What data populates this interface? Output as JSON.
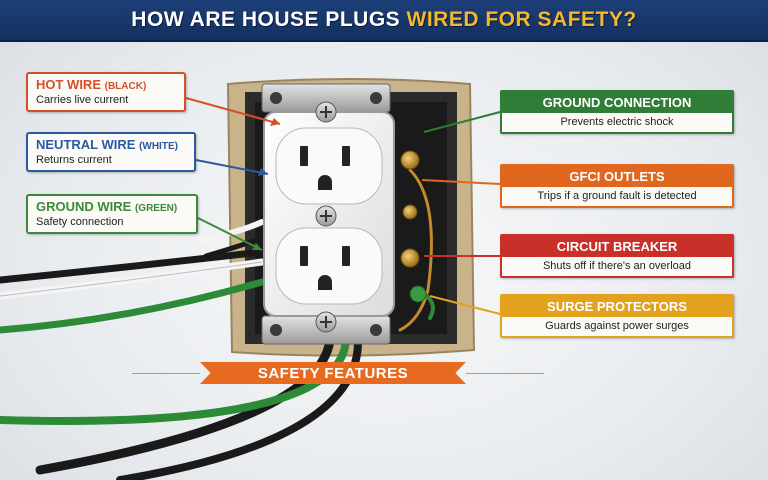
{
  "title": {
    "part1": "HOW ARE HOUSE PLUGS ",
    "part2": "WIRED FOR SAFETY?"
  },
  "left_labels": [
    {
      "head": "HOT WIRE",
      "note": "(BLACK)",
      "desc": "Carries live current",
      "color": "#d4502a"
    },
    {
      "head": "NEUTRAL WIRE",
      "note": "(WHITE)",
      "desc": "Returns current",
      "color": "#2c5aa0"
    },
    {
      "head": "GROUND WIRE",
      "note": "(GREEN)",
      "desc": "Safety connection",
      "color": "#3a8a3a"
    }
  ],
  "right_labels": [
    {
      "head": "GROUND CONNECTION",
      "desc": "Prevents electric shock",
      "color": "#2f7d36"
    },
    {
      "head": "GFCI OUTLETS",
      "desc": "Trips if a ground fault is detected",
      "color": "#e1661e"
    },
    {
      "head": "CIRCUIT BREAKER",
      "desc": "Shuts off if there's an overload",
      "color": "#c9302a"
    },
    {
      "head": "SURGE PROTECTORS",
      "desc": "Guards against power surges",
      "color": "#e2a21e"
    }
  ],
  "banner": "SAFETY FEATURES",
  "icons": [
    "outlet-receptacle-icon",
    "wall-box-icon",
    "screw-icon",
    "wire-icon"
  ]
}
